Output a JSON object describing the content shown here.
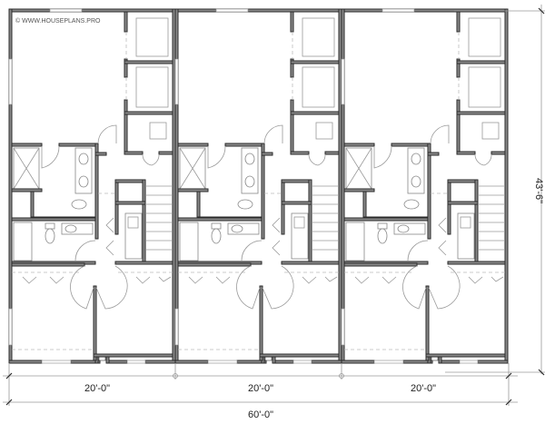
{
  "watermark": "© WWW.HOUSEPLANS.PRO",
  "dimensions": {
    "unit_widths": [
      "20'-0\"",
      "20'-0\"",
      "20'-0\""
    ],
    "total_width": "60'-0\"",
    "depth": "43'-6\""
  },
  "units": 3
}
